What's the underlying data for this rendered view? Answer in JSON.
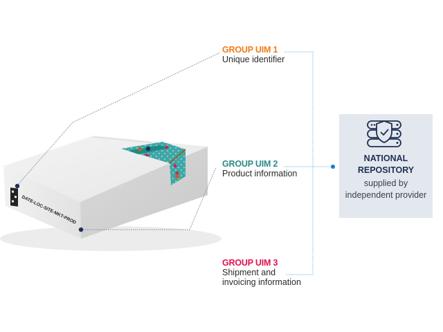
{
  "groups": [
    {
      "title": "GROUP UIM 1",
      "description": "Unique identifier",
      "color": "#f07d1a"
    },
    {
      "title": "GROUP UIM 2",
      "description": "Product information",
      "color": "#2a8c88"
    },
    {
      "title": "GROUP UIM 3",
      "description_line1": "Shipment and",
      "description_line2": "invoicing information",
      "color": "#e0124f"
    }
  ],
  "repository": {
    "icon": "server-shield-icon",
    "name_line1": "NATIONAL",
    "name_line2": "REPOSITORY",
    "sub_line1": "supplied by",
    "sub_line2": "independent provider",
    "background": "#e3e8ee",
    "text_color": "#1f2f55"
  },
  "package": {
    "label_code": "DATE-LOC-SITE-MKT-PROD"
  },
  "colors": {
    "connector_dot": "#1e2f5c",
    "bracket_line": "#6cb4e0",
    "repo_dot": "#1a7cc6"
  }
}
